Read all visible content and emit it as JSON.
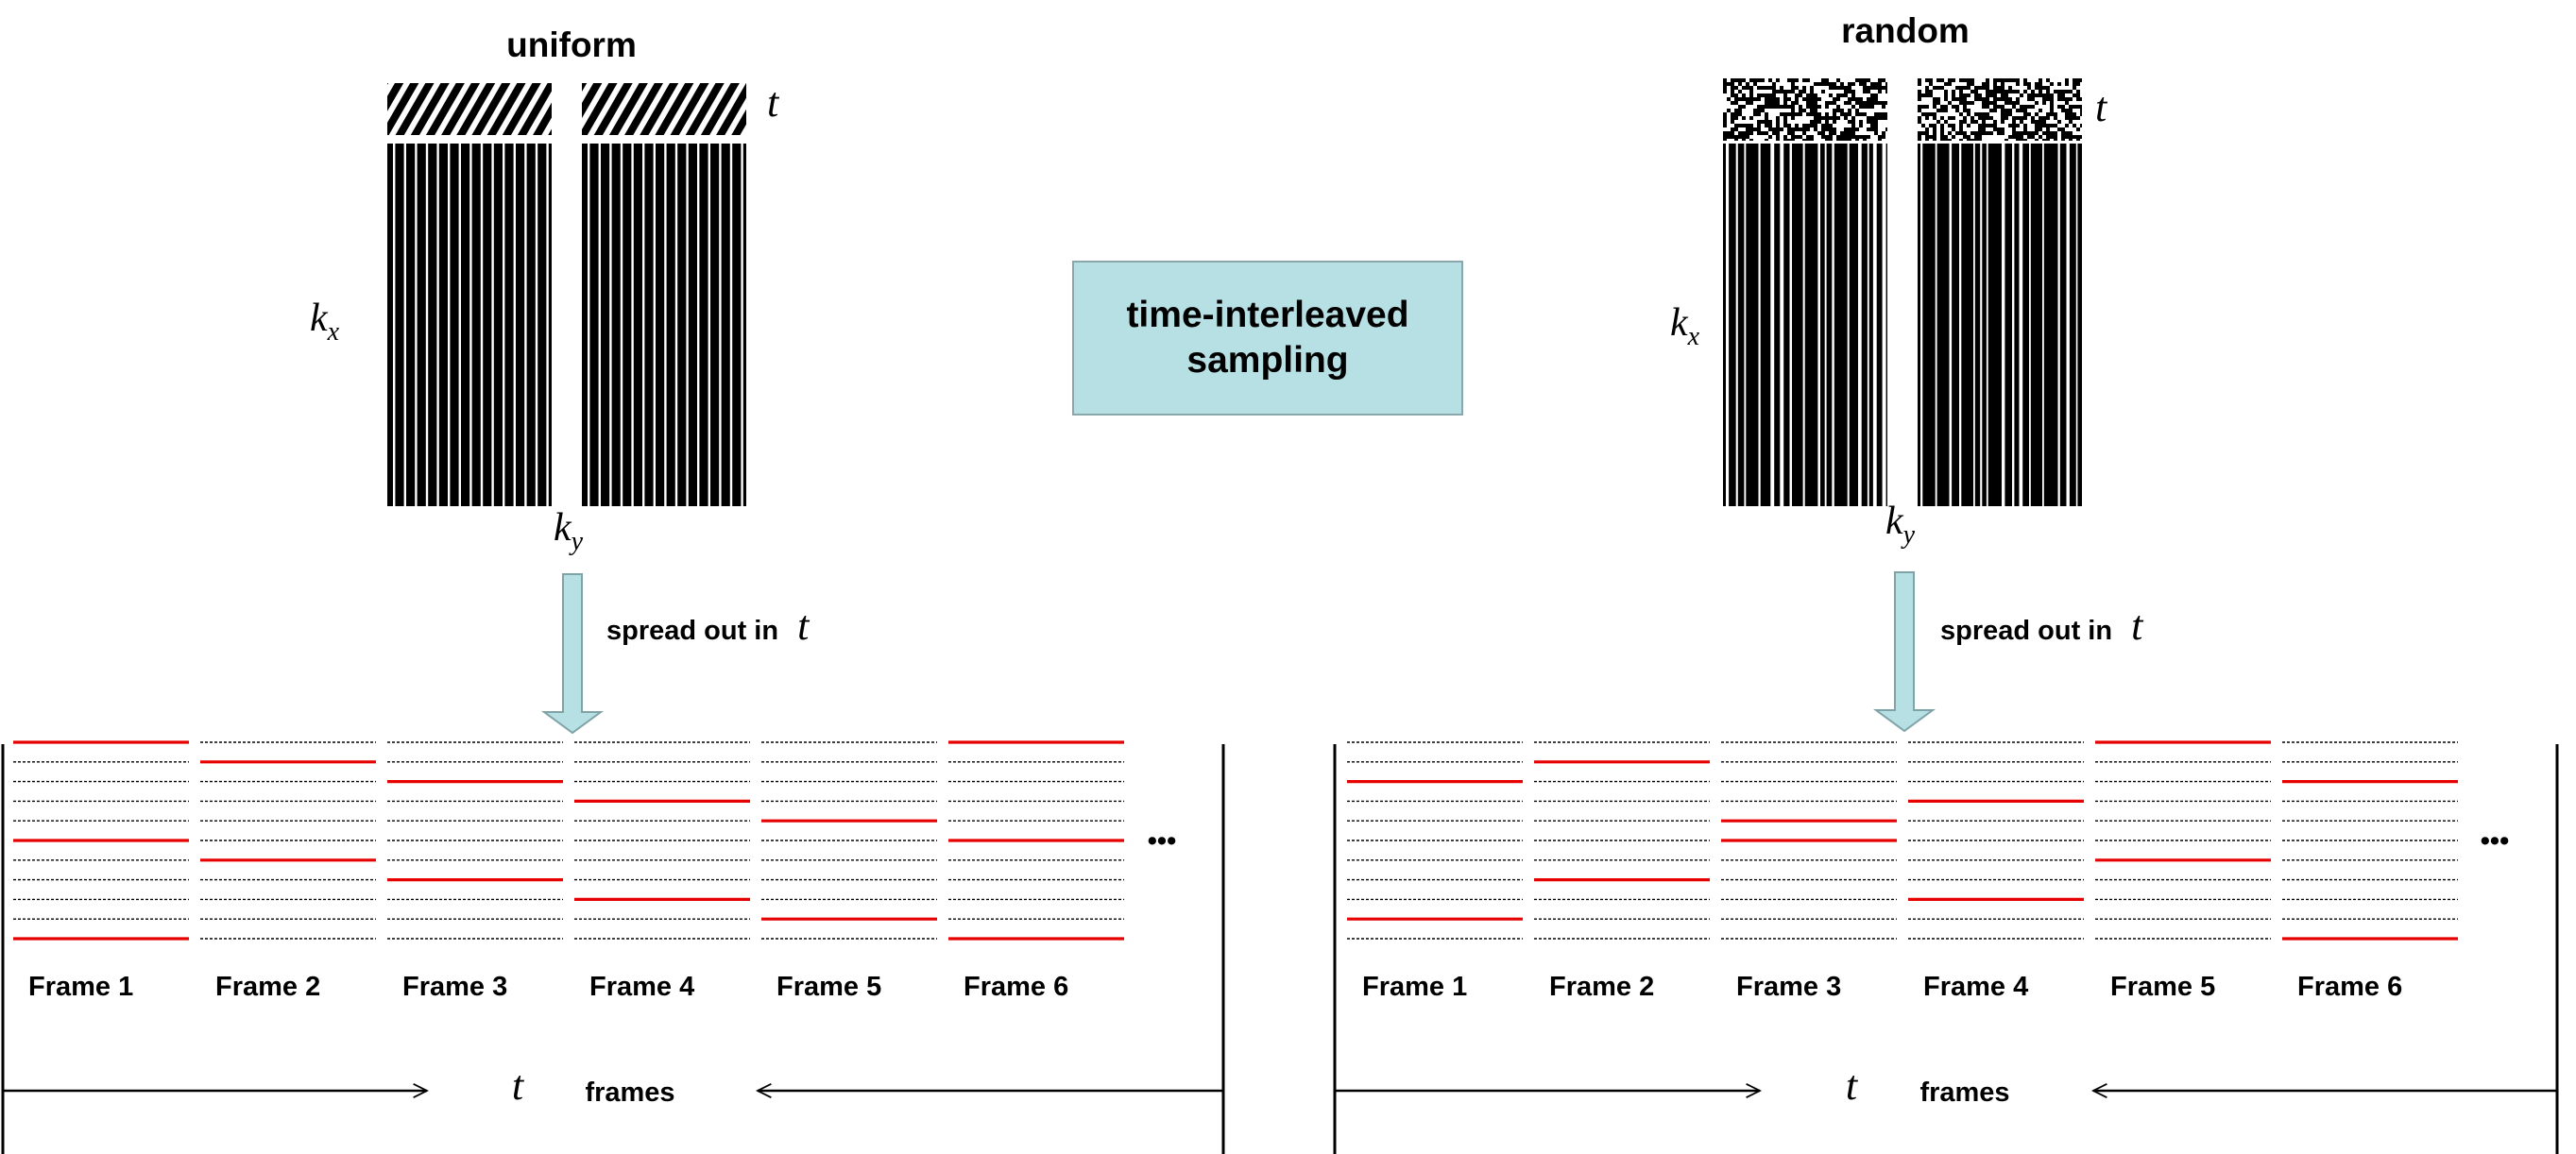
{
  "center_label": "time-interleaved\nsampling",
  "axis_symbols": {
    "t": "t",
    "kx_base": "k",
    "kx_sub": "x",
    "ky_base": "k",
    "ky_sub": "y"
  },
  "colors": {
    "sampled_line": "#e60000",
    "dashed_line": "#000000",
    "arrow_fill": "#b7e0e4",
    "arrow_stroke": "#7fa3a7"
  },
  "panels": [
    {
      "id": "uniform",
      "title": "uniform",
      "spread_text": "spread out in",
      "frames_text": "frames",
      "ellipsis": "•••",
      "frames": [
        {
          "label": "Frame 1",
          "sampled_rows": [
            0,
            5,
            10
          ]
        },
        {
          "label": "Frame 2",
          "sampled_rows": [
            1,
            6
          ]
        },
        {
          "label": "Frame 3",
          "sampled_rows": [
            2,
            7
          ]
        },
        {
          "label": "Frame 4",
          "sampled_rows": [
            3,
            8
          ]
        },
        {
          "label": "Frame 5",
          "sampled_rows": [
            4,
            9
          ]
        },
        {
          "label": "Frame 6",
          "sampled_rows": [
            0,
            5,
            10
          ]
        }
      ]
    },
    {
      "id": "random",
      "title": "random",
      "spread_text": "spread out in",
      "frames_text": "frames",
      "ellipsis": "•••",
      "frames": [
        {
          "label": "Frame 1",
          "sampled_rows": [
            2,
            9
          ]
        },
        {
          "label": "Frame 2",
          "sampled_rows": [
            1,
            7
          ]
        },
        {
          "label": "Frame 3",
          "sampled_rows": [
            4,
            5
          ]
        },
        {
          "label": "Frame 4",
          "sampled_rows": [
            3,
            8
          ]
        },
        {
          "label": "Frame 5",
          "sampled_rows": [
            0,
            6
          ]
        },
        {
          "label": "Frame 6",
          "sampled_rows": [
            2,
            10
          ]
        }
      ]
    }
  ]
}
